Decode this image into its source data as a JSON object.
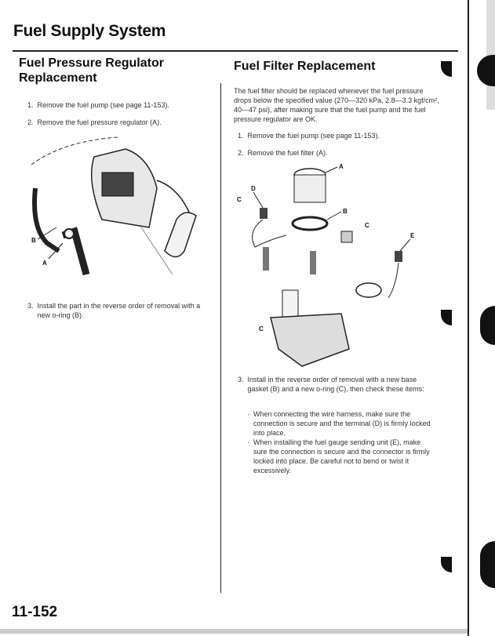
{
  "header": {
    "title": "Fuel Supply System"
  },
  "left": {
    "title": "Fuel Pressure Regulator Replacement",
    "steps": [
      {
        "num": "1.",
        "text": "Remove the fuel pump (see page 11-153)."
      },
      {
        "num": "2.",
        "text": "Remove the fuel pressure regulator (A)."
      },
      {
        "num": "3.",
        "text": "Install the part in the reverse order of removal with a new o-ring (B)."
      }
    ],
    "figure_labels": {
      "a": "A",
      "b": "B"
    }
  },
  "right": {
    "title": "Fuel Filter Replacement",
    "intro": "The fuel filter should be replaced whenever the fuel pressure drops below the specified value (270—320 kPa, 2.8—3.3 kgf/cm², 40—47 psi), after making sure that the fuel pump and the fuel pressure regulator are OK.",
    "steps": [
      {
        "num": "1.",
        "text": "Remove the fuel pump (see page 11-153)."
      },
      {
        "num": "2.",
        "text": "Remove the fuel filter (A)."
      },
      {
        "num": "3.",
        "text": "Install in the reverse order of removal with a new base gasket (B) and a new o-ring (C), then check these items:"
      }
    ],
    "bullets": [
      "When connecting the wire harness, make sure the connection is secure and the terminal (D) is firmly locked into place.",
      "When installing the fuel gauge sending unit (E), make sure the connection is secure and the connector is firmly locked into place. Be careful not to bend or twist it excessively."
    ],
    "figure_labels": {
      "a": "A",
      "b": "B",
      "c": "C",
      "c2": "C",
      "d": "D",
      "e": "E"
    }
  },
  "footer": {
    "page_number": "11-152"
  }
}
